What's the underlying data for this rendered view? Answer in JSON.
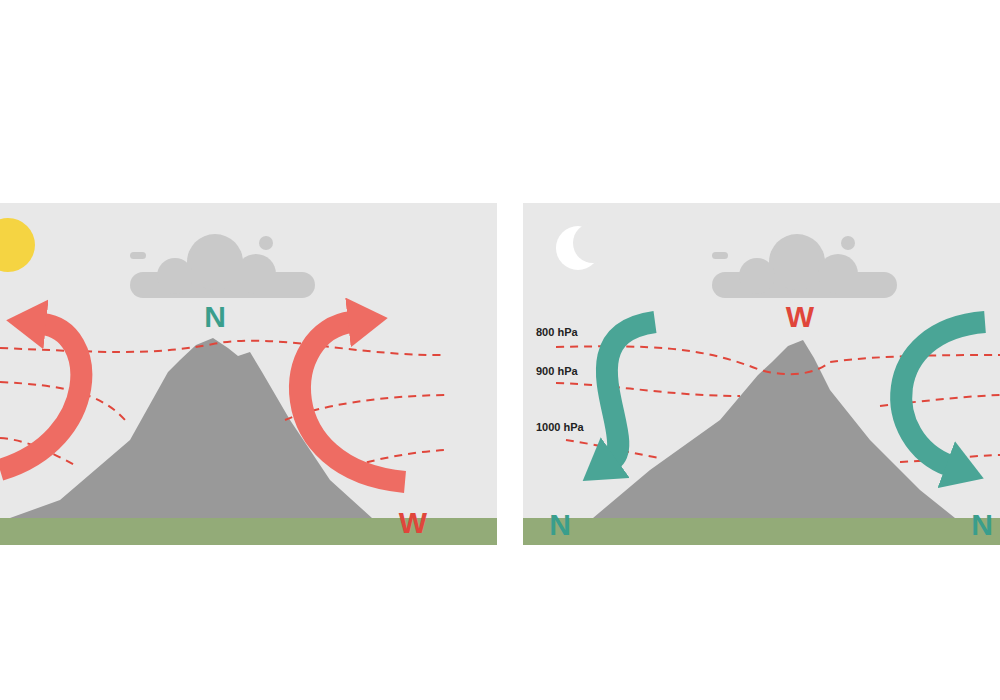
{
  "diagram": {
    "labels": [
      "N",
      "W",
      "800 hPa",
      "900 hPa",
      "1000 hPa",
      "W",
      "N",
      "N"
    ]
  }
}
